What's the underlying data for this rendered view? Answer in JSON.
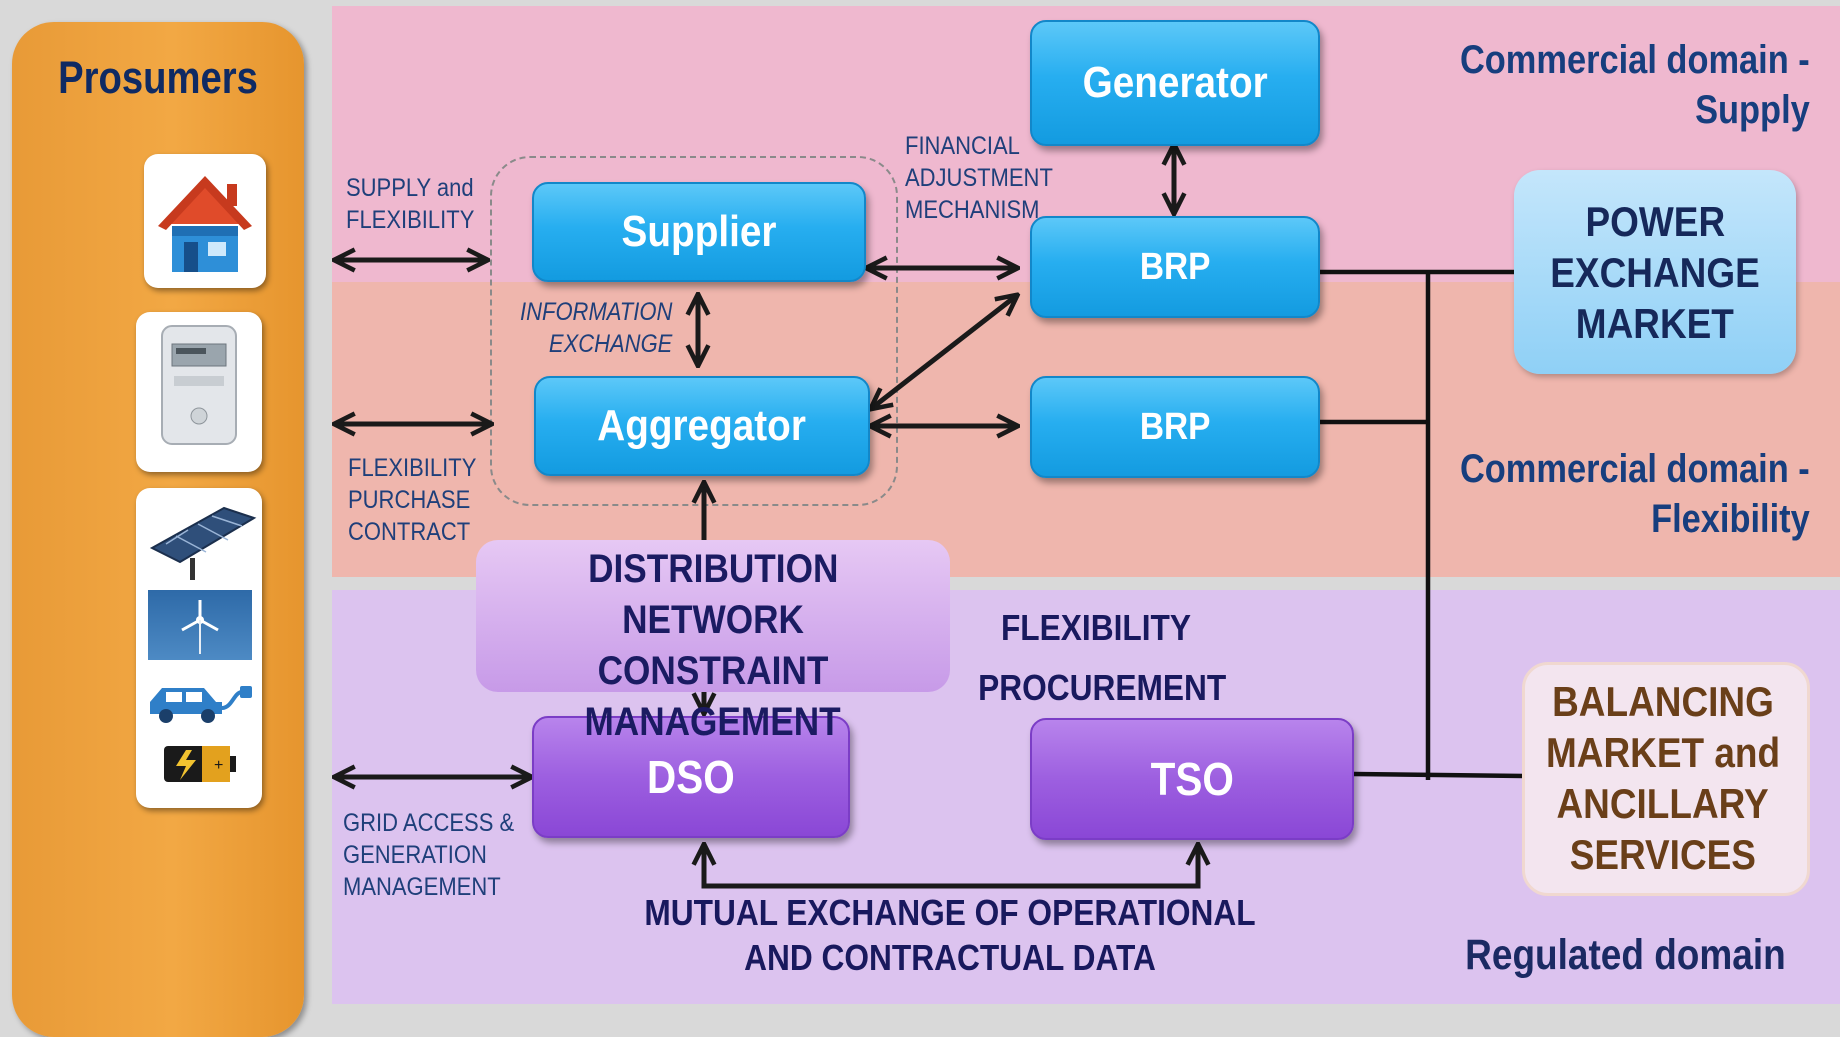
{
  "prosumers": {
    "title": "Prosumers"
  },
  "domains": {
    "supply": [
      "Commercial domain  -",
      "Supply"
    ],
    "flexibility": [
      "Commercial domain -",
      "Flexibility"
    ],
    "regulated": "Regulated domain"
  },
  "boxes": {
    "generator": "Generator",
    "brp_top": "BRP",
    "brp_bottom": "BRP",
    "supplier": "Supplier",
    "aggregator": "Aggregator",
    "dso": "DSO",
    "tso": "TSO"
  },
  "markets": {
    "power_exchange": [
      "POWER",
      "EXCHANGE",
      "MARKET"
    ],
    "balancing": [
      "BALANCING",
      "MARKET and",
      "ANCILLARY",
      "SERVICES"
    ]
  },
  "dncm": [
    "DISTRIBUTION",
    "NETWORK CONSTRAINT",
    "MANAGEMENT"
  ],
  "labels": {
    "supply_flex": [
      "SUPPLY and",
      "FLEXIBILITY"
    ],
    "flex_contract": [
      "FLEXIBILITY",
      "PURCHASE",
      "CONTRACT"
    ],
    "grid_access": [
      "GRID ACCESS &",
      "GENERATION",
      "MANAGEMENT"
    ],
    "financial": [
      "FINANCIAL",
      "ADJUSTMENT",
      "MECHANISM"
    ],
    "info_exchange": [
      "INFORMATION",
      "EXCHANGE"
    ],
    "flex_procurement": [
      "FLEXIBILITY",
      "PROCUREMENT"
    ],
    "mutual": [
      "MUTUAL EXCHANGE OF OPERATIONAL",
      "AND CONTRACTUAL DATA"
    ]
  },
  "colors": {
    "supply_zone": "#efb8cf",
    "flex_zone": "#efb6ad",
    "regulated_zone": "#dcc3ef",
    "prosumer_panel": "#f2a844",
    "blue_box": "#27aef0",
    "purple_box": "#9d5fe0"
  },
  "icons": [
    "house-icon",
    "smart-meter-icon",
    "solar-panel-icon",
    "wind-turbine-icon",
    "electric-car-icon",
    "battery-icon"
  ]
}
